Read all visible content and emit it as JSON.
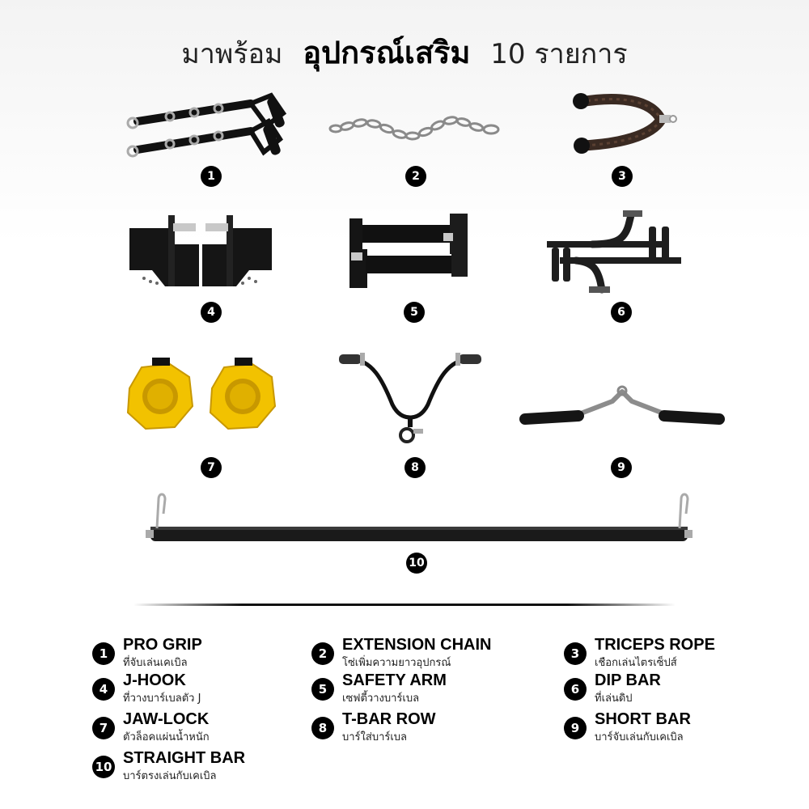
{
  "header": {
    "title_prefix": "มาพร้อม",
    "title_bold": "อุปกรณ์เสริม",
    "title_suffix": "10 รายการ"
  },
  "colors": {
    "black": "#111111",
    "steel": "#9a9a9a",
    "yellow": "#f2c200",
    "rope": "#3a2a22"
  },
  "items": [
    {
      "number": "1",
      "icon": "pro-grip-straps-icon"
    },
    {
      "number": "2",
      "icon": "extension-chain-icon"
    },
    {
      "number": "3",
      "icon": "triceps-rope-icon"
    },
    {
      "number": "4",
      "icon": "j-hook-icon"
    },
    {
      "number": "5",
      "icon": "safety-arm-icon"
    },
    {
      "number": "6",
      "icon": "dip-bar-icon"
    },
    {
      "number": "7",
      "icon": "jaw-lock-collar-icon"
    },
    {
      "number": "8",
      "icon": "t-bar-row-icon"
    },
    {
      "number": "9",
      "icon": "short-bar-icon"
    },
    {
      "number": "10",
      "icon": "straight-bar-icon"
    }
  ],
  "legend": [
    {
      "number": "1",
      "name": "PRO GRIP",
      "desc": "ที่จับเล่นเคเบิล"
    },
    {
      "number": "2",
      "name": "EXTENSION CHAIN",
      "desc": "โซ่เพิ่มความยาวอุปกรณ์"
    },
    {
      "number": "3",
      "name": "TRICEPS ROPE",
      "desc": "เชือกเล่นไตรเซ็ปส์"
    },
    {
      "number": "4",
      "name": "J-HOOK",
      "desc": "ที่วางบาร์เบลตัว J"
    },
    {
      "number": "5",
      "name": "SAFETY ARM",
      "desc": "เซฟตี้วางบาร์เบล"
    },
    {
      "number": "6",
      "name": "DIP BAR",
      "desc": "ที่เล่นดิป"
    },
    {
      "number": "7",
      "name": "JAW-LOCK",
      "desc": "ตัวล็อคแผ่นน้ำหนัก"
    },
    {
      "number": "8",
      "name": "T-BAR ROW",
      "desc": "บาร์ใส่บาร์เบล"
    },
    {
      "number": "9",
      "name": "SHORT BAR",
      "desc": "บาร์จับเล่นกับเคเบิล"
    },
    {
      "number": "10",
      "name": "STRAIGHT BAR",
      "desc": "บาร์ตรงเล่นกับเคเบิล"
    }
  ]
}
